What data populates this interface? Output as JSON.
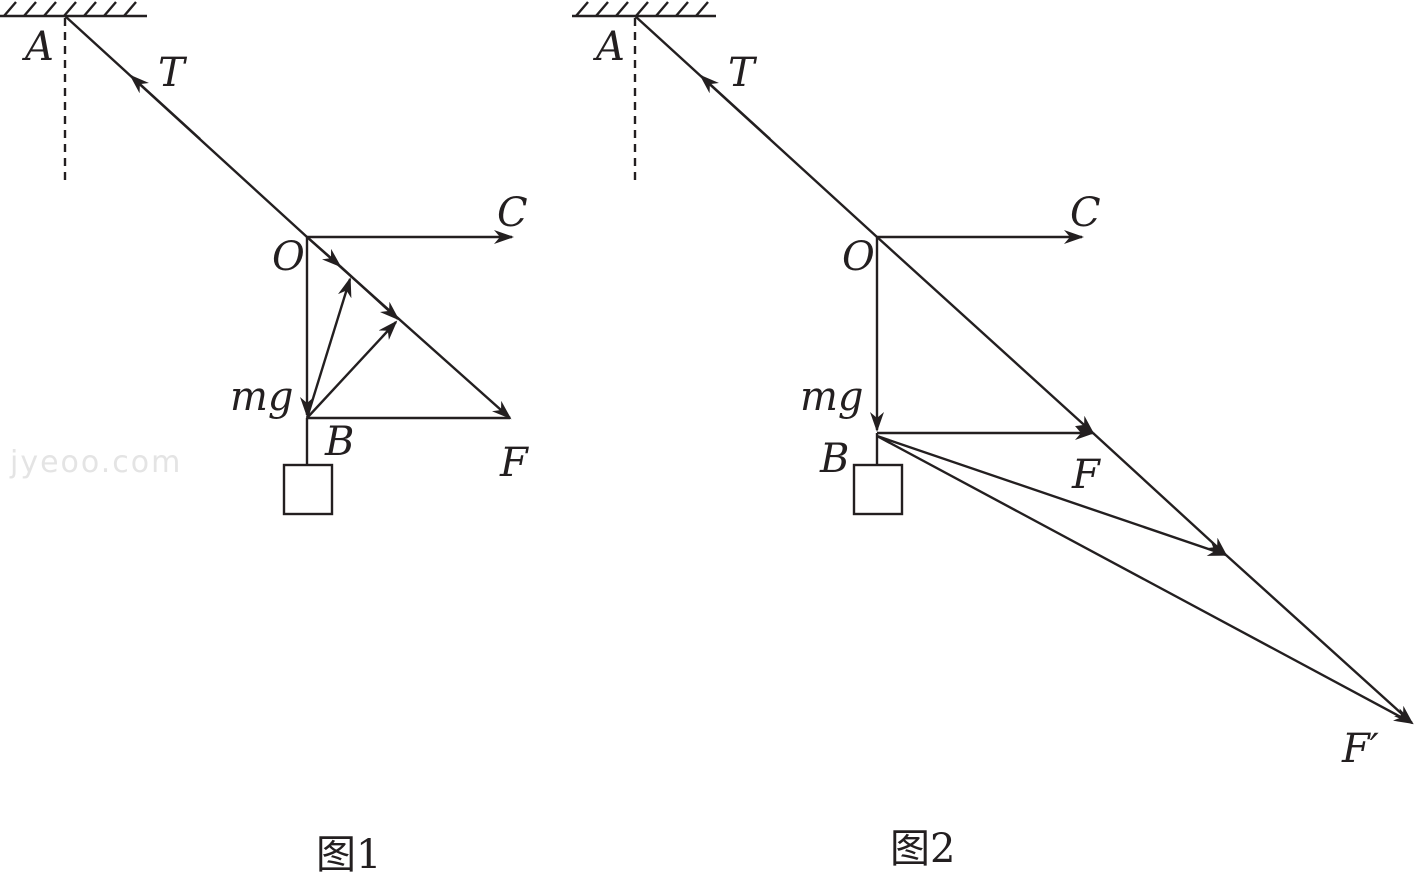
{
  "watermark": "jyeoo.com",
  "figure1": {
    "caption": "图1",
    "labels": {
      "A": "A",
      "T": "T",
      "C": "C",
      "O": "O",
      "mg": "mg",
      "B": "B",
      "F": "F"
    }
  },
  "figure2": {
    "caption": "图2",
    "labels": {
      "A": "A",
      "T": "T",
      "C": "C",
      "O": "O",
      "mg": "mg",
      "B": "B",
      "F": "F",
      "Fprime": "F′"
    }
  }
}
